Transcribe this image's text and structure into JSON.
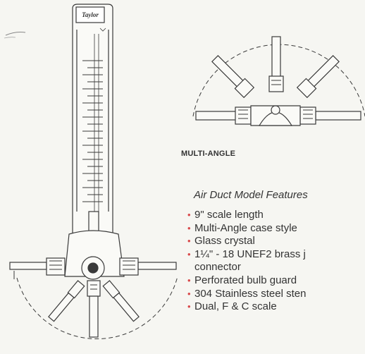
{
  "logo": {
    "text": "Taylor",
    "icon": "taylor-logo"
  },
  "caption": "MULTI-ANGLE",
  "features": {
    "title": "Air Duct Model Features",
    "items": [
      {
        "lines": [
          "9\" scale length"
        ]
      },
      {
        "lines": [
          "Multi-Angle case style"
        ]
      },
      {
        "lines": [
          "Glass crystal"
        ]
      },
      {
        "lines": [
          "1¼\" - 18 UNEF2 brass j",
          "connector"
        ]
      },
      {
        "lines": [
          "Perforated bulb guard"
        ]
      },
      {
        "lines": [
          "304 Stainless steel sten"
        ]
      },
      {
        "lines": [
          "Dual, F & C scale"
        ]
      }
    ]
  },
  "colors": {
    "bullet": "#d8484a",
    "line": "#3a3a3a",
    "paper": "#f6f6f2"
  }
}
